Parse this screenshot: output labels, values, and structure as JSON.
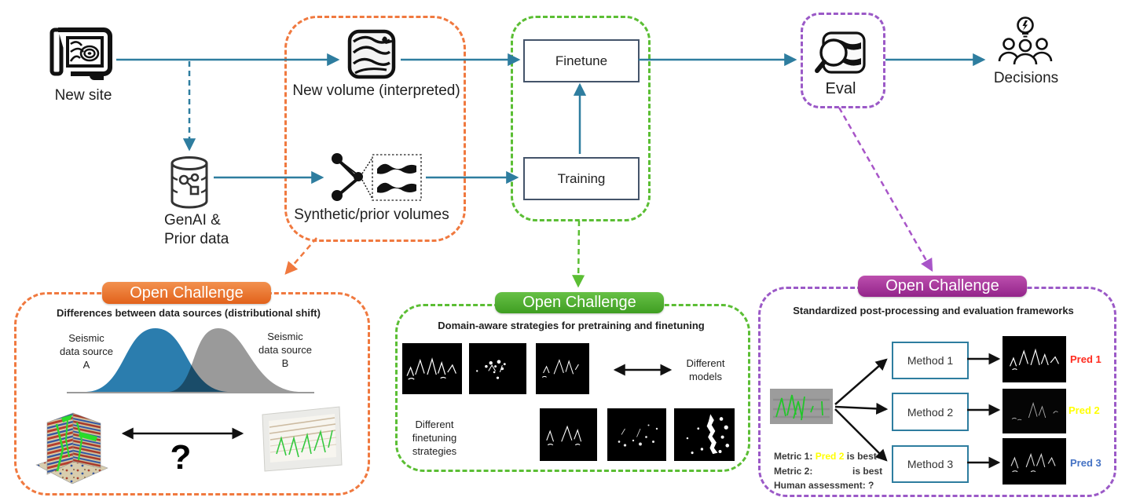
{
  "diagram": {
    "flow": {
      "new_site_label": "New site",
      "genai_label_1": "GenAI &",
      "genai_label_2": "Prior data",
      "new_volume_label": "New volume (interpreted)",
      "synthetic_label": "Synthetic/prior volumes",
      "finetune_label": "Finetune",
      "training_label": "Training",
      "eval_label": "Eval",
      "decisions_label": "Decisions"
    },
    "challenge_orange": {
      "badge": "Open Challenge",
      "subtitle": "Differences between data sources (distributional shift)",
      "source_a_1": "Seismic",
      "source_a_2": "data source",
      "source_a_3": "A",
      "source_b_1": "Seismic",
      "source_b_2": "data source",
      "source_b_3": "B",
      "question": "?"
    },
    "challenge_green": {
      "badge": "Open Challenge",
      "subtitle": "Domain-aware strategies for pretraining and finetuning",
      "models_label_1": "Different",
      "models_label_2": "models",
      "finetuning_label_1": "Different",
      "finetuning_label_2": "finetuning",
      "finetuning_label_3": "strategies"
    },
    "challenge_purple": {
      "badge": "Open Challenge",
      "subtitle": "Standardized post-processing and evaluation frameworks",
      "method_1": "Method 1",
      "method_2": "Method 2",
      "method_3": "Method 3",
      "pred_1": "Pred 1",
      "pred_2": "Pred 2",
      "pred_3": "Pred 3",
      "metric1_label": "Metric 1:",
      "metric1_value": "Pred 2",
      "metric1_suffix": "is best",
      "metric2_label": "Metric 2:",
      "metric2_value": "",
      "metric2_suffix": "is best",
      "human_label": "Human assessment: ?"
    },
    "colors": {
      "arrow_teal": "#2E7D9F",
      "orange_dashed": "#F0793F",
      "green_dashed": "#5BBE34",
      "purple_dashed": "#9B59C7",
      "pill_orange": "#E2621B",
      "pill_green": "#4CA32F",
      "pill_purple": "#A62C98",
      "gaussian_blue": "#2B7DAE",
      "gaussian_gray": "#9A9A9A",
      "pred1_red": "#FF2A1E",
      "pred2_yellow": "#FFFF00",
      "pred3_blue": "#4472C4",
      "method_border": "#2E7D9F",
      "node_border": "#44546A"
    }
  }
}
